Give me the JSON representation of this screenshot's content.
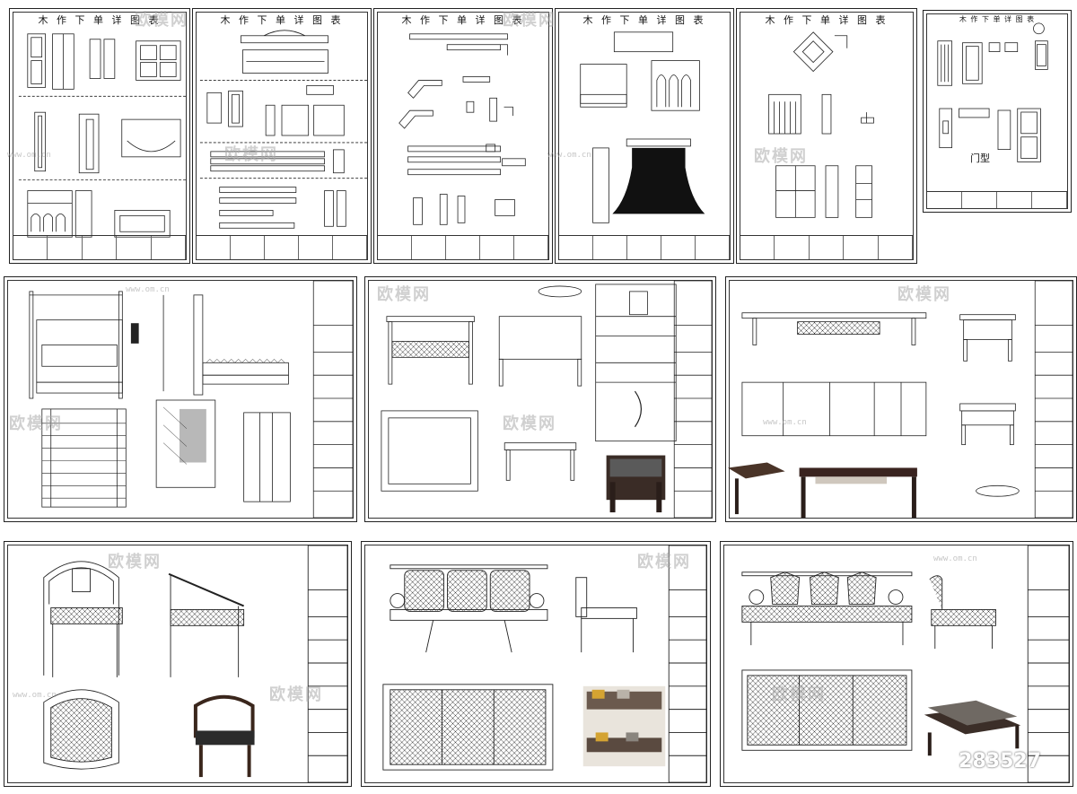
{
  "sheets_row1": [
    {
      "title": "木 作 下 单 详 图 表"
    },
    {
      "title": "木 作 下 单 详 图 表"
    },
    {
      "title": "木 作 下 单 详 图 表"
    },
    {
      "title": "木 作 下 单 详 图 表"
    },
    {
      "title": "木 作 下 单 详 图 表"
    },
    {
      "title": "木 作 下 单 详 图 表",
      "door_label": "门型"
    }
  ],
  "watermark": {
    "brand": "欧模网",
    "site": "www.om.cn"
  },
  "code_text": "283527",
  "colors": {
    "line": "#222222",
    "paper": "#ffffff",
    "hatch": "#333333",
    "wood": "#4a3428",
    "cushion": "#2b2b2b"
  }
}
